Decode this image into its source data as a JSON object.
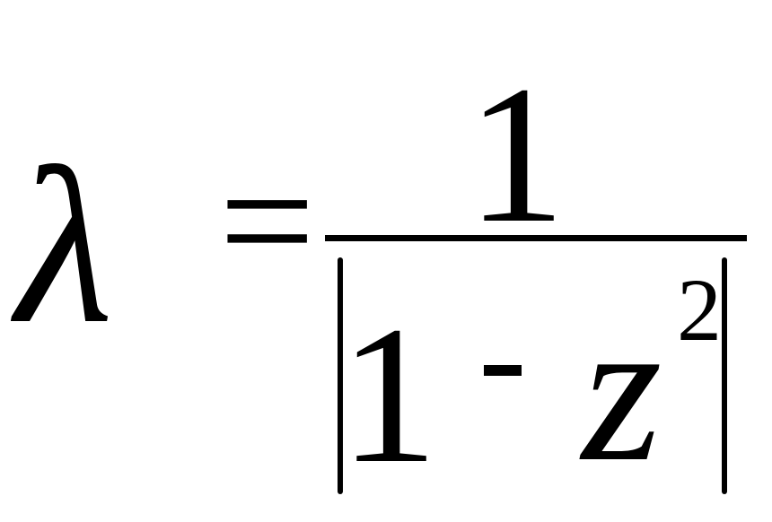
{
  "formula": {
    "lhs": "λ",
    "equals": "=",
    "numerator": "1",
    "denominator": {
      "constant": "1",
      "operator": "-",
      "variable": "z",
      "exponent": "2"
    }
  },
  "colors": {
    "ink": "#000000",
    "background": "#ffffff"
  }
}
